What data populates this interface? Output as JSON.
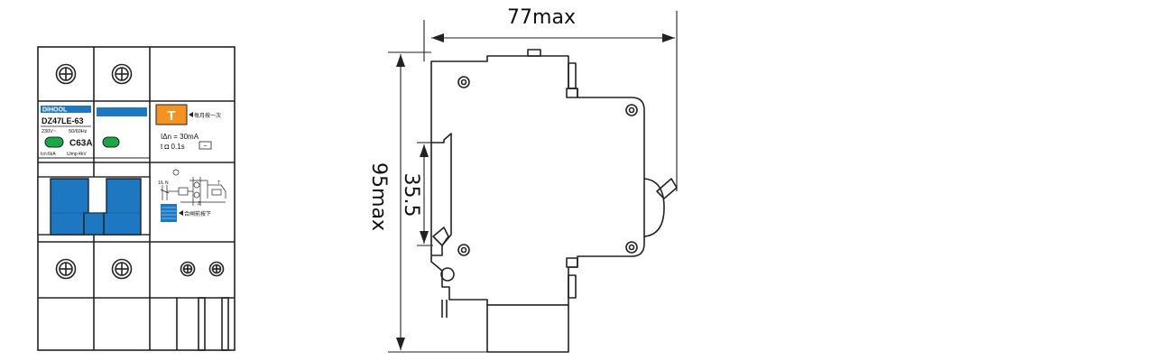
{
  "front_view": {
    "brand": "DIHOOL",
    "model": "DZ47LE-63",
    "spec_left": "230V~",
    "spec_right": "50/60Hz",
    "rating": "C63A",
    "bottom_left": "Icn:6kA",
    "bottom_right": "Uimp:4kV",
    "test_button_glyph": "T",
    "test_note": "每月按一次",
    "residual_current": "IΔn = 30mA",
    "trip_time": "t ◘ 0.1s",
    "trip_time_box": "~",
    "schematic_label_a": "1/L",
    "schematic_label_b": "N",
    "schematic_label_c": "2",
    "schematic_label_d": "T",
    "reset_note": "合闸前按下",
    "colors": {
      "blue": "#1d78c1",
      "orange": "#f39422",
      "green": "#19a848",
      "outline": "#222222"
    }
  },
  "side_view": {
    "dim_width": "77max",
    "dim_height": "95max",
    "dim_rail": "35.5"
  }
}
